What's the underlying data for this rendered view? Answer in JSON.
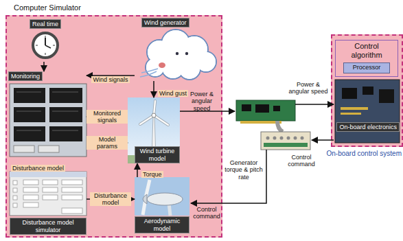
{
  "diagram": {
    "nodes": [
      {
        "text": [
          "Computer Simulator"
        ]
      },
      {
        "text": [
          "Real time"
        ],
        "in": 0
      },
      {
        "text": [
          "Wind generator"
        ],
        "in": 0
      },
      {
        "text": [
          "Monitoring"
        ],
        "in": 0
      },
      {
        "text": [
          "Wind turbine model"
        ],
        "in": 0
      },
      {
        "text": [
          "Disturbance model simulator"
        ],
        "in": 0
      },
      {
        "text": [
          "Aerodynamic model"
        ],
        "in": 0
      },
      {
        "text": [
          "On-board control system"
        ]
      },
      {
        "text": [
          "Control algorithm"
        ],
        "in": 7
      },
      {
        "text": [
          "Processor"
        ],
        "in": 8
      },
      {
        "text": [
          "On-board electronics"
        ],
        "in": 7
      }
    ],
    "edges": [
      {
        "from": 2,
        "to": 3,
        "label": "Wind signals",
        "arrow": "to"
      },
      {
        "from": 2,
        "to": 4,
        "label": "Wind gust",
        "arrow": "to"
      },
      {
        "from": 4,
        "to": 3,
        "label": "Monitored signals",
        "arrow": "to"
      },
      {
        "from": 3,
        "to": 4,
        "label": "Model params",
        "arrow": "to"
      },
      {
        "from": 5,
        "to": 6,
        "label": "Disturbance model",
        "arrow": "to"
      },
      {
        "from": 6,
        "to": 4,
        "label": "Torque",
        "arrow": "to"
      },
      {
        "from": 1,
        "to": 3,
        "arrow": "to"
      }
    ],
    "labels": [
      "Disturbance model",
      "Power & angular speed",
      "Power & angular speed",
      "Control command",
      "Generator torque & pitch rate",
      "Control command"
    ]
  }
}
